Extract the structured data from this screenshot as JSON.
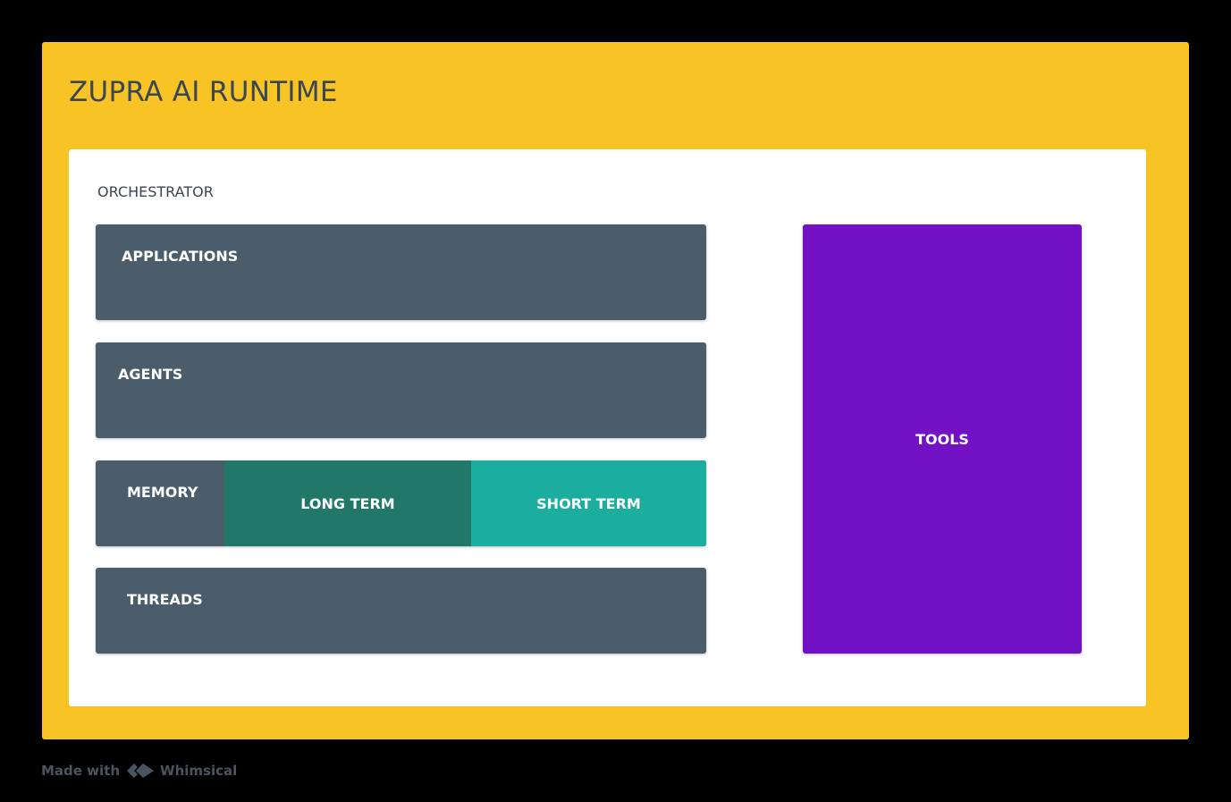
{
  "diagram": {
    "title": "ZUPRA AI RUNTIME",
    "orchestrator": {
      "label": "ORCHESTRATOR",
      "applications": "APPLICATIONS",
      "agents": "AGENTS",
      "memory": {
        "label": "MEMORY",
        "long_term": "LONG TERM",
        "short_term": "SHORT TERM"
      },
      "threads": "THREADS",
      "tools": "TOOLS"
    }
  },
  "footer": {
    "made_with": "Made with",
    "brand": "Whimsical",
    "logo_icon": "whimsical-logo-icon"
  },
  "colors": {
    "frame": "#F7C325",
    "panel": "#FFFFFF",
    "block": "#4B5C6A",
    "long_term": "#217868",
    "short_term": "#1BAE9F",
    "tools": "#7311C4",
    "title_text": "#3A4653",
    "background": "#000000"
  }
}
